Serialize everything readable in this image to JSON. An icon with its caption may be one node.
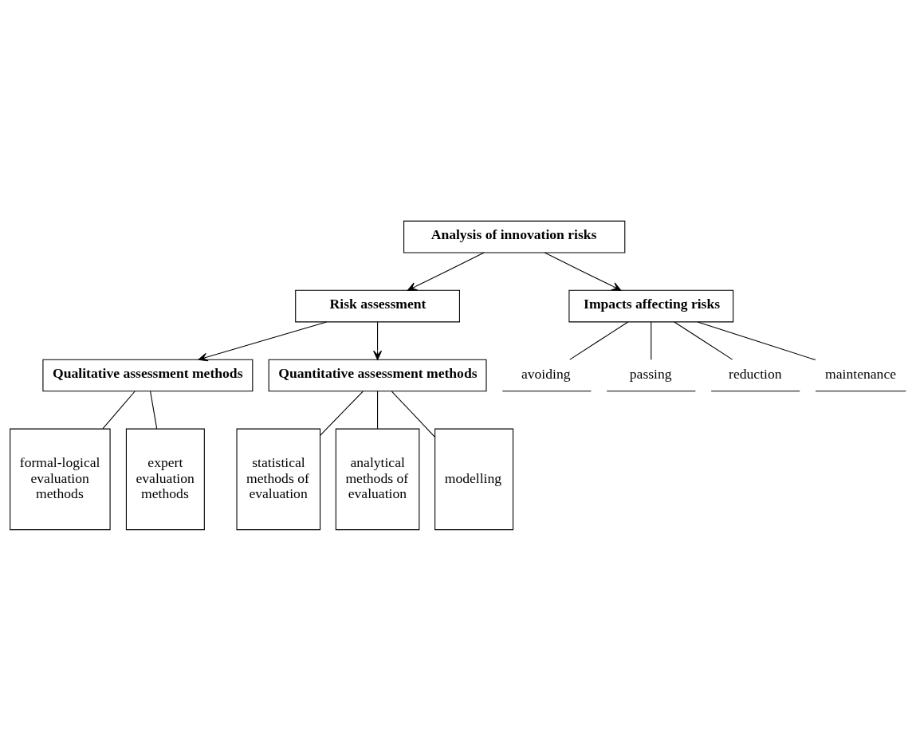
{
  "diagram": {
    "nodes": [
      {
        "text": [
          "Analysis of innovation risks"
        ]
      },
      {
        "text": [
          "Risk assessment"
        ]
      },
      {
        "text": [
          "Impacts affecting risks"
        ]
      },
      {
        "text": [
          "Qualitative assessment methods"
        ]
      },
      {
        "text": [
          "Quantitative assessment methods"
        ]
      },
      {
        "text": [
          "formal-logical evaluation methods"
        ]
      },
      {
        "text": [
          "expert evaluation methods"
        ]
      },
      {
        "text": [
          "statistical methods of evaluation"
        ]
      },
      {
        "text": [
          "analytical methods of evaluation"
        ]
      },
      {
        "text": [
          "modelling"
        ]
      },
      {
        "text": [
          "avoiding"
        ]
      },
      {
        "text": [
          "passing"
        ]
      },
      {
        "text": [
          "reduction"
        ]
      },
      {
        "text": [
          "maintenance"
        ]
      }
    ],
    "edges": [
      {
        "from": 0,
        "to": 1,
        "arrow": "to"
      },
      {
        "from": 0,
        "to": 2,
        "arrow": "to"
      },
      {
        "from": 1,
        "to": 3,
        "arrow": "to"
      },
      {
        "from": 1,
        "to": 4,
        "arrow": "to"
      },
      {
        "from": 3,
        "to": 5,
        "arrow": "none"
      },
      {
        "from": 3,
        "to": 6,
        "arrow": "none"
      },
      {
        "from": 4,
        "to": 7,
        "arrow": "none"
      },
      {
        "from": 4,
        "to": 8,
        "arrow": "none"
      },
      {
        "from": 4,
        "to": 9,
        "arrow": "none"
      },
      {
        "from": 2,
        "to": 10,
        "arrow": "none"
      },
      {
        "from": 2,
        "to": 11,
        "arrow": "none"
      },
      {
        "from": 2,
        "to": 12,
        "arrow": "none"
      },
      {
        "from": 2,
        "to": 13,
        "arrow": "none"
      }
    ]
  }
}
